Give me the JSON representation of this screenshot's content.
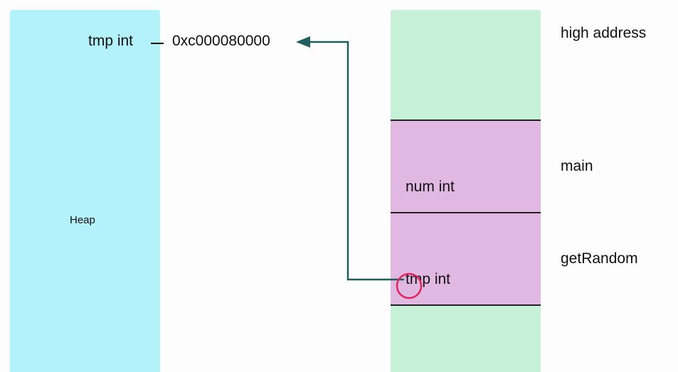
{
  "heap": {
    "label": "Heap",
    "variable": "tmp int",
    "address": "0xc000080000"
  },
  "stack": {
    "labels": {
      "high": "high address",
      "main": "main",
      "get_random": "getRandom"
    },
    "main_frame": {
      "variable": "num int"
    },
    "get_random_frame": {
      "variable": "tmp int"
    }
  },
  "colors": {
    "heap": "#b3f1fb",
    "stack_free": "#c6f1d8",
    "stack_frame": "#e0b8e2",
    "pointer_arrow": "#1f5f5c",
    "highlight_circle": "#e0245e"
  }
}
